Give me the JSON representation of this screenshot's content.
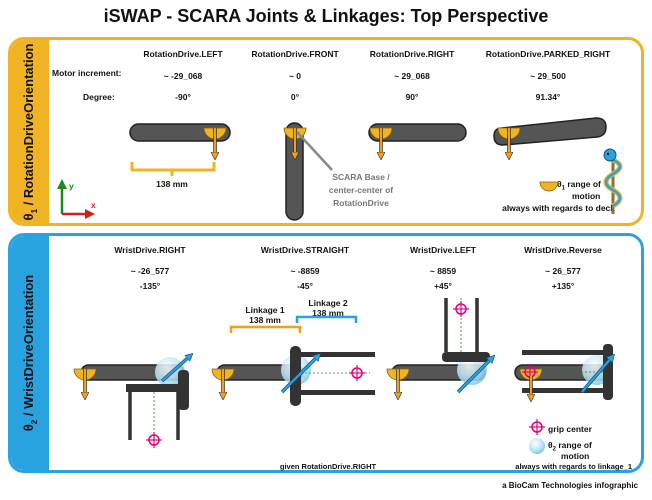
{
  "title": "iSWAP - SCARA Joints & Linkages: Top Perspective",
  "rotation": {
    "side_label": "/ RotationDriveOrientation",
    "symbol": "θ",
    "symbol_sub": "1",
    "row_label_motor": "Motor increment:",
    "row_label_degree": "Degree:",
    "columns": [
      {
        "name": "RotationDrive.LEFT",
        "motor": "~ -29_068",
        "degree": "-90°"
      },
      {
        "name": "RotationDrive.FRONT",
        "motor": "~ 0",
        "degree": "0°"
      },
      {
        "name": "RotationDrive.RIGHT",
        "motor": "~ 29_068",
        "degree": "90°"
      },
      {
        "name": "RotationDrive.PARKED_RIGHT",
        "motor": "~ 29_500",
        "degree": "91.34°"
      }
    ],
    "dimension": "138 mm",
    "base_callout": [
      "SCARA Base /",
      "center-center of",
      "RotationDrive"
    ],
    "axis_y": "y",
    "axis_x": "x",
    "legend_symbol": "θ",
    "legend_sub": "1",
    "legend_text_1": "range of",
    "legend_text_2": "motion",
    "legend_note": "always with regards to deck"
  },
  "wrist": {
    "side_label": "/ WristDriveOrientation",
    "symbol": "θ",
    "symbol_sub": "2",
    "columns": [
      {
        "name": "WristDrive.RIGHT",
        "motor": "~ -26_577",
        "degree": "-135°"
      },
      {
        "name": "WristDrive.STRAIGHT",
        "motor": "~ -8859",
        "degree": "-45°"
      },
      {
        "name": "WristDrive.LEFT",
        "motor": "~ 8859",
        "degree": "+45°"
      },
      {
        "name": "WristDrive.Reverse",
        "motor": "~ 26_577",
        "degree": "+135°"
      }
    ],
    "linkage1_label": "Linkage 1",
    "linkage1_dim": "138 mm",
    "linkage2_label": "Linkage 2",
    "linkage2_dim": "138 mm",
    "given_note": "given RotationDrive.RIGHT",
    "legend_grip": "grip center",
    "legend_symbol": "θ",
    "legend_sub": "2",
    "legend_text_1": "range of",
    "legend_text_2": "motion",
    "legend_note": "always with regards to linkage_1"
  },
  "credit": "a BioCam Technologies infographic",
  "colors": {
    "rotation": "#f0b323",
    "wrist": "#29a3e0",
    "arm": "#555555",
    "grip": "#e0007a"
  }
}
